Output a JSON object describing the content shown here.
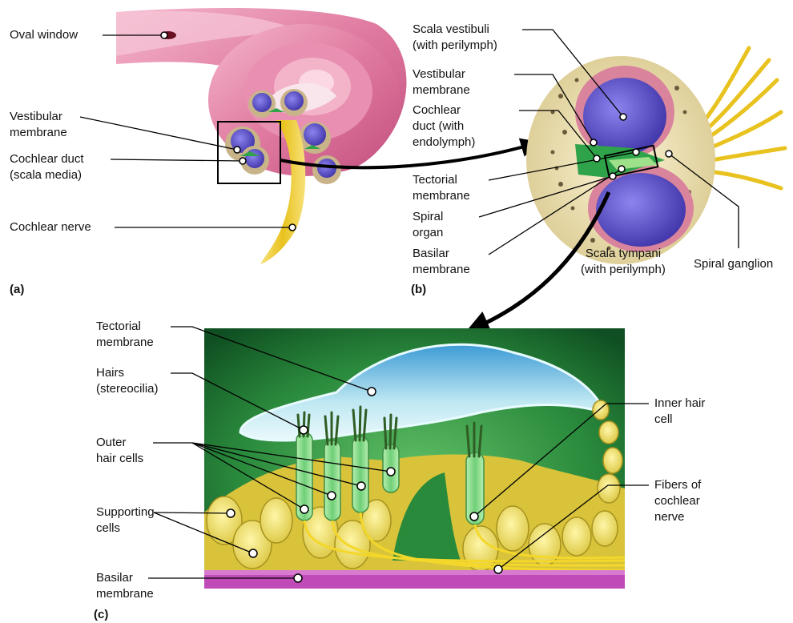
{
  "panels": {
    "a": "(a)",
    "b": "(b)",
    "c": "(c)"
  },
  "labels_a": {
    "oval_window": [
      "Oval window"
    ],
    "vestibular_membrane": [
      "Vestibular",
      "membrane"
    ],
    "cochlear_duct": [
      "Cochlear duct",
      "(scala media)"
    ],
    "cochlear_nerve": [
      "Cochlear nerve"
    ]
  },
  "labels_b": {
    "scala_vestibuli": [
      "Scala vestibuli",
      "(with perilymph)"
    ],
    "vestibular_membrane": [
      "Vestibular",
      "membrane"
    ],
    "cochlear_duct": [
      "Cochlear",
      "duct (with",
      "endolymph)"
    ],
    "tectorial_membrane": [
      "Tectorial",
      "membrane"
    ],
    "spiral_organ": [
      "Spiral",
      "organ"
    ],
    "basilar_membrane": [
      "Basilar",
      "membrane"
    ],
    "scala_tympani": [
      "Scala tympani",
      "(with perilymph)"
    ],
    "spiral_ganglion": [
      "Spiral ganglion"
    ]
  },
  "labels_c": {
    "tectorial_membrane": [
      "Tectorial",
      "membrane"
    ],
    "hairs": [
      "Hairs",
      "(stereocilia)"
    ],
    "outer_hair_cells": [
      "Outer",
      "hair cells"
    ],
    "supporting_cells": [
      "Supporting",
      "cells"
    ],
    "basilar_membrane": [
      "Basilar",
      "membrane"
    ],
    "inner_hair_cell": [
      "Inner hair",
      "cell"
    ],
    "fibers_nerve": [
      "Fibers of",
      "cochlear",
      "nerve"
    ]
  },
  "colors": {
    "cochlea_pink": "#e07aa0",
    "scala_purple": "#5a4fc8",
    "duct_green": "#2fa34a",
    "nerve_yellow": "#f0d23a",
    "basilar_magenta": "#c04ab8",
    "tectorial_blue": "#bfe8f2"
  }
}
